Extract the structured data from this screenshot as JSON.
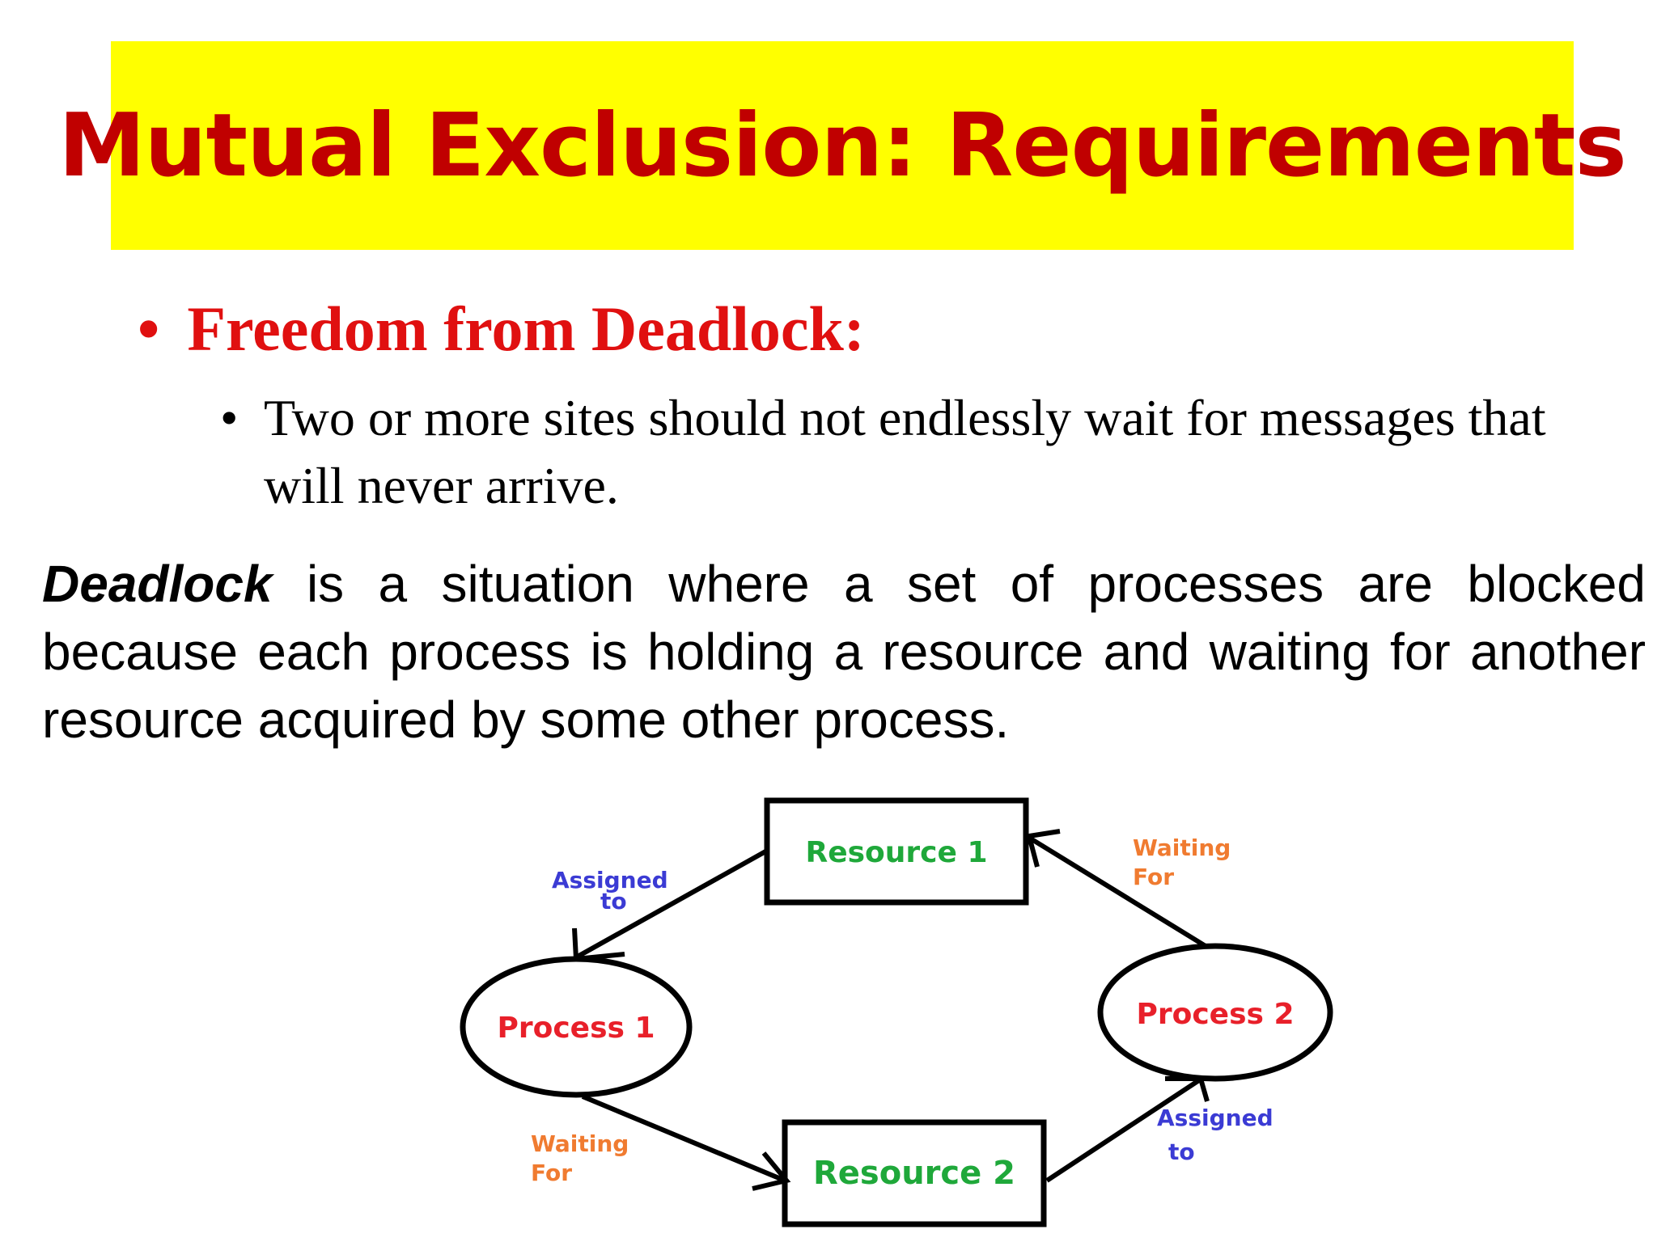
{
  "title": "Mutual Exclusion: Requirements",
  "bullet": {
    "marker": "•",
    "heading": "Freedom from Deadlock:",
    "sub_marker": "•",
    "sub_text": "Two or more sites should not endlessly wait for messages that will never arrive."
  },
  "definition": {
    "term": "Deadlock",
    "text": " is a situation where a set of processes are blocked because each process is holding a resource and waiting for another resource acquired by some other process."
  },
  "diagram": {
    "resource_1": "Resource 1",
    "resource_2": "Resource 2",
    "process_1": "Process 1",
    "process_2": "Process 2",
    "edge_assigned_1_line1": "Assigned",
    "edge_assigned_1_line2": "to",
    "edge_waiting_2_line1": "Waiting",
    "edge_waiting_2_line2": "For",
    "edge_waiting_1_line1": "Waiting",
    "edge_waiting_1_line2": "For",
    "edge_assigned_2_line1": "Assigned",
    "edge_assigned_2_line2": "to",
    "colors": {
      "resource_text": "#1fa83a",
      "process_text": "#e8202a",
      "assigned_text": "#3b3bd4",
      "waiting_text": "#f07b30",
      "title_text": "#c00000",
      "title_bg": "#ffff00"
    }
  }
}
